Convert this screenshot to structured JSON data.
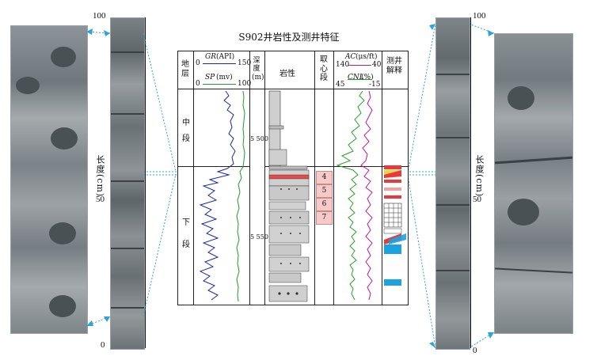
{
  "title": "S902井岩性及测井特征",
  "left_scale": {
    "top": "100",
    "mid": "50",
    "bottom": "0",
    "label": "长度(cm)"
  },
  "right_scale": {
    "top": "100",
    "mid": "50",
    "bottom": "0",
    "label": "长度(cm)"
  },
  "columns": {
    "strata_header": "地层",
    "gr_label": "GR",
    "gr_unit": "(API)",
    "gr_min": "0",
    "gr_max": "150",
    "sp_label": "SP",
    "sp_unit": "(mv)",
    "sp_min": "0",
    "sp_max": "100",
    "depth_header": "深度(m)",
    "lith_header": "岩性",
    "core_header": "取心段",
    "ac_label": "AC",
    "ac_unit": "(μs/ft)",
    "ac_min": "140",
    "ac_max": "40",
    "cnl_label": "CNL",
    "cnl_unit": "(%)",
    "cnl_min": "45",
    "cnl_max": "-15",
    "interp_header": "测井解释"
  },
  "strata": [
    {
      "name": "中段"
    },
    {
      "name": "下段"
    }
  ],
  "depth_ticks": [
    "5 500",
    "5 550"
  ],
  "core_sections": [
    "4",
    "5",
    "6",
    "7"
  ],
  "colors": {
    "gr": "#1b2b9c",
    "sp": "#1e9c2a",
    "ac": "#c2188f",
    "cnl": "#2aa02a",
    "link": "#2ea3d6",
    "core_fill": "#f7c9c9",
    "interp_blue": "#1aa3e0",
    "interp_red": "#e83a3a",
    "interp_yellow": "#f3d23a"
  }
}
